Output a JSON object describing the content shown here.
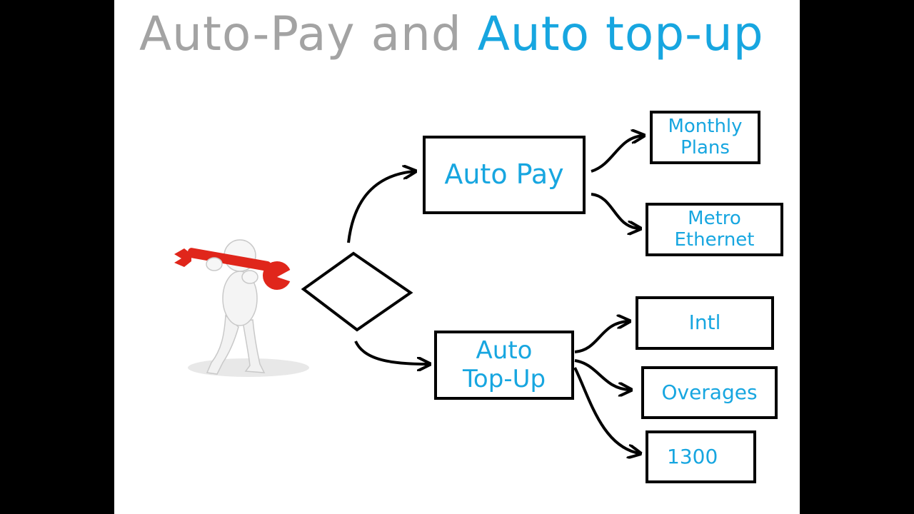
{
  "title": {
    "part1": "Auto-Pay and ",
    "part2": "Auto top-up"
  },
  "nodes": {
    "auto_pay": "Auto Pay",
    "auto_topup": "Auto\nTop-Up",
    "monthly_plans": "Monthly\nPlans",
    "metro_ethernet": "Metro\nEthernet",
    "intl": "Intl",
    "overages": "Overages",
    "n1300": "1300"
  },
  "colors": {
    "title_gray": "#a3a3a3",
    "accent_blue": "#17a6e0",
    "wrench_red": "#e0261b",
    "line": "#000000"
  },
  "icons": {
    "figure": "person-with-wrench-icon",
    "decision": "decision-diamond"
  }
}
